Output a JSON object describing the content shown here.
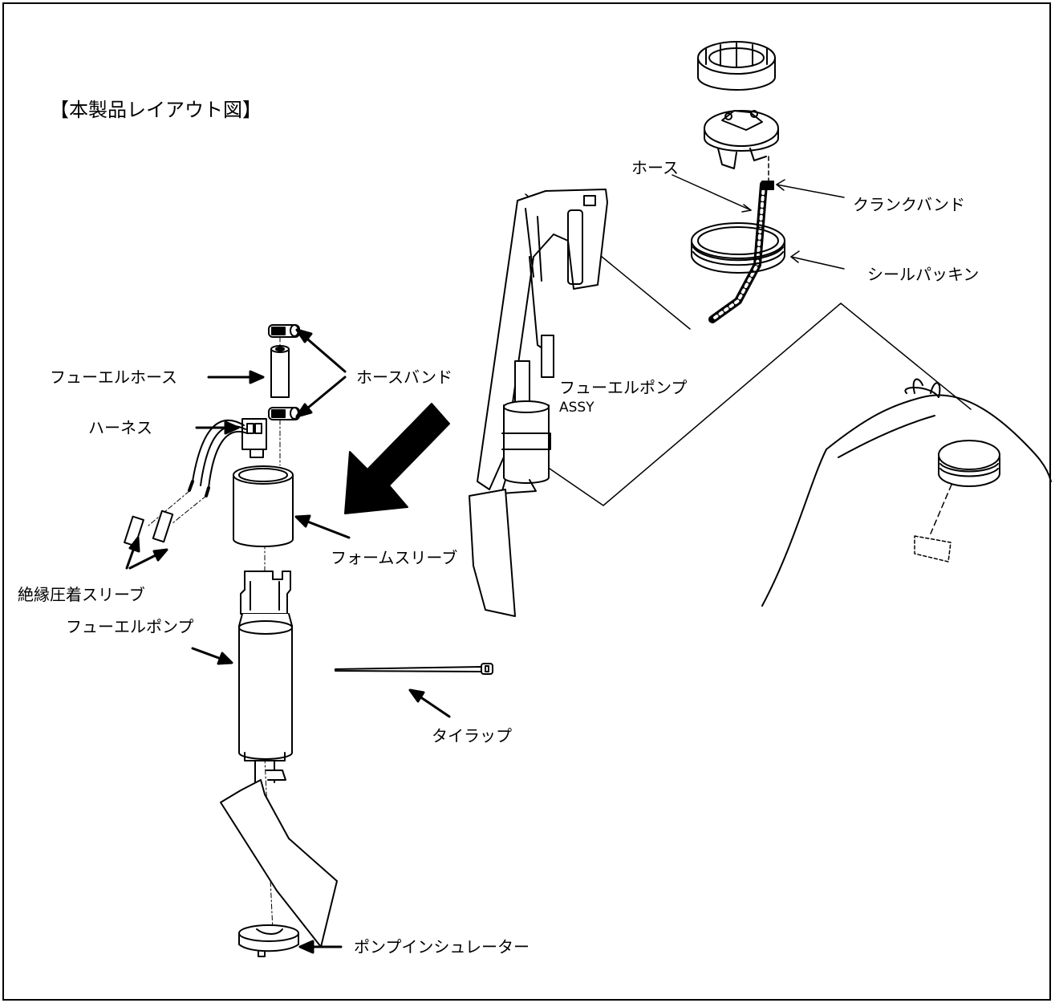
{
  "title": "【本製品レイアウト図】",
  "labels": {
    "fuel_hose": "フューエルホース",
    "hose_band_left": "ホースバンド",
    "harness": "ハーネス",
    "foam_sleeve": "フォームスリーブ",
    "insulated_sleeve": "絶縁圧着スリーブ",
    "fuel_pump": "フューエルポンプ",
    "tie_wrap": "タイラップ",
    "pump_insulator": "ポンプインシュレーター",
    "hose": "ホース",
    "clamp_band": "クランクバンド",
    "seal_packing": "シールパッキン",
    "fuel_pump_assy_line1": "フューエルポンプ",
    "fuel_pump_assy_line2": "ASSY"
  }
}
